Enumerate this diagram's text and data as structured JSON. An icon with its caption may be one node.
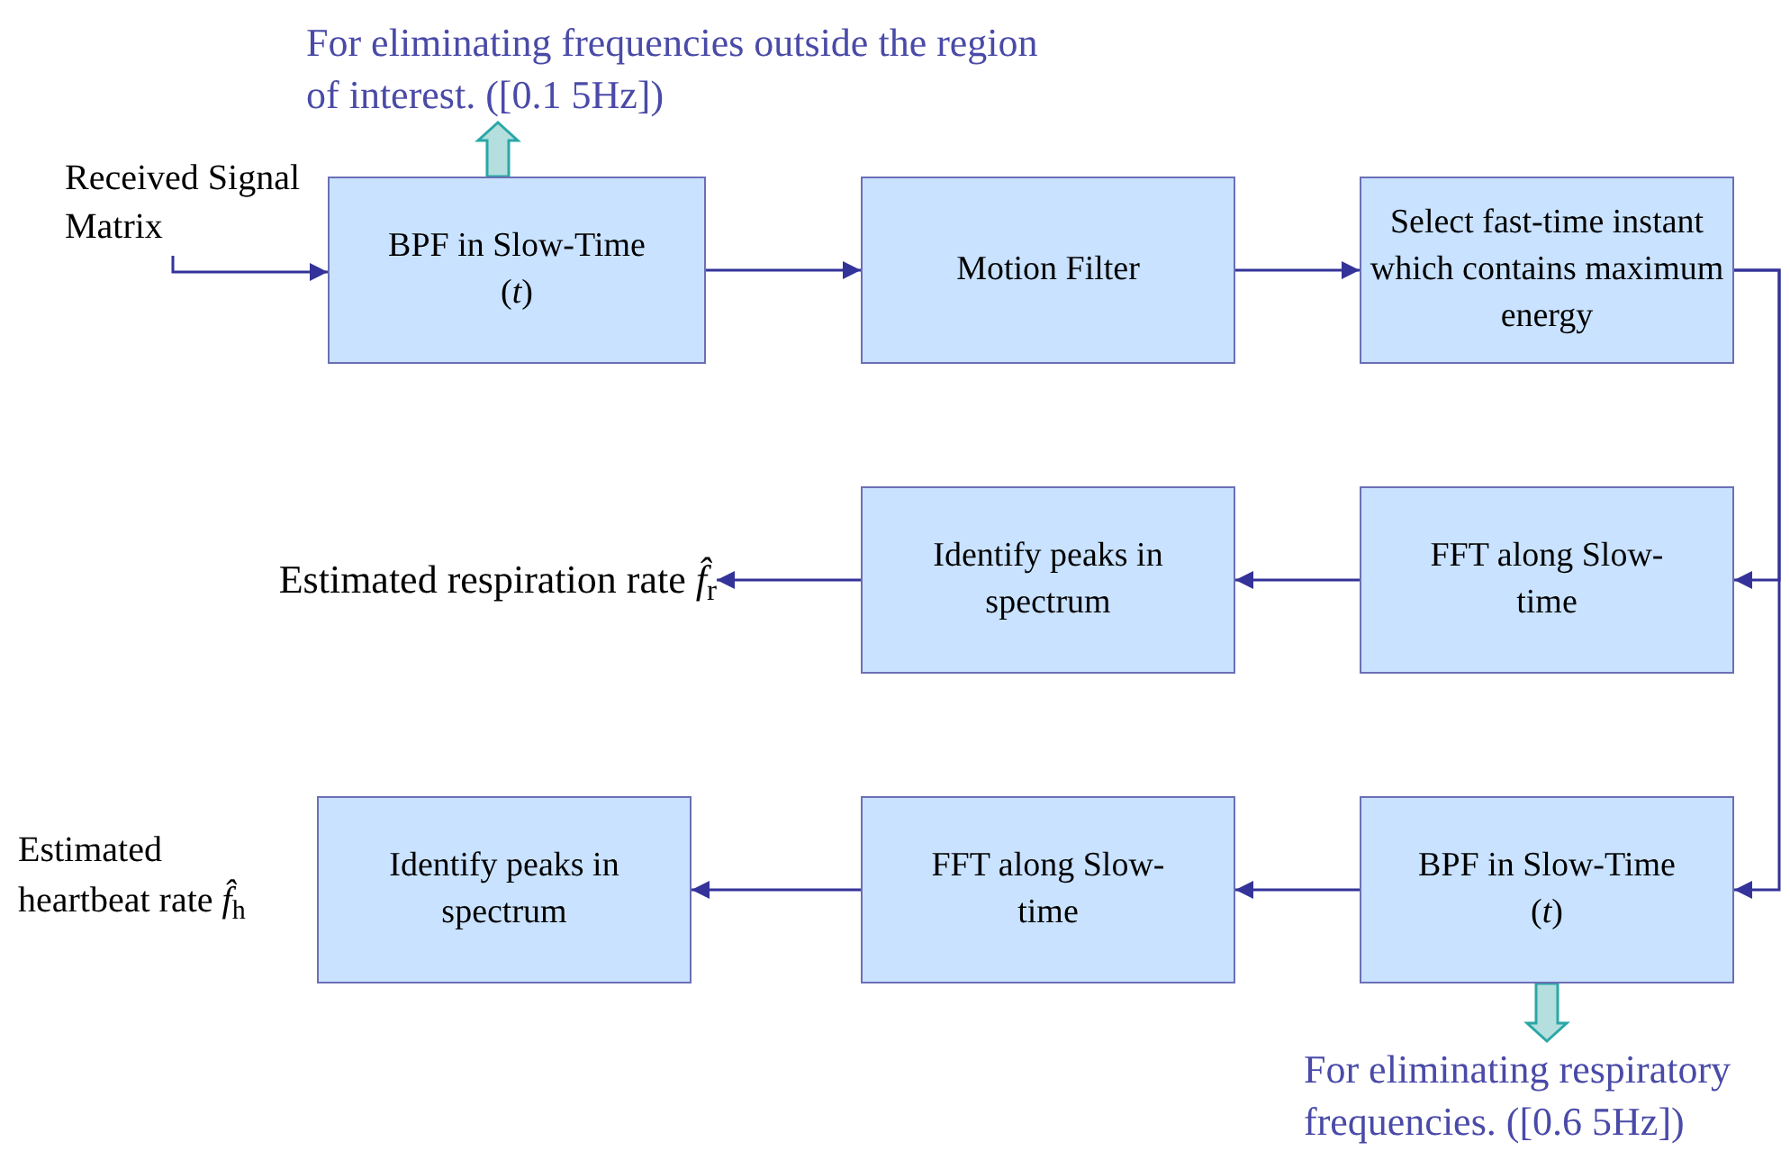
{
  "diagram": {
    "nodes": [
      {
        "text": [
          "Received Signal Matrix"
        ]
      },
      {
        "text": [
          "BPF in Slow-Time (*t*)"
        ]
      },
      {
        "text": [
          "Motion Filter"
        ]
      },
      {
        "text": [
          "Select fast-time instant which contains maximum energy"
        ]
      },
      {
        "text": [
          "FFT along Slow-time"
        ]
      },
      {
        "text": [
          "Identify peaks in spectrum"
        ]
      },
      {
        "text": [
          "Estimated respiration rate *f̂*$_{r}$"
        ]
      },
      {
        "text": [
          "BPF in Slow-Time (*t*)"
        ]
      },
      {
        "text": [
          "FFT along Slow-time"
        ]
      },
      {
        "text": [
          "Identify peaks in spectrum"
        ],
        "beside": [
          "Estimated heartbeat rate *f̂*$_{h}$"
        ]
      },
      {
        "text": [
          "For eliminating frequencies outside the region of interest. ([0.1 5Hz])"
        ]
      },
      {
        "text": [
          "For eliminating respiratory frequencies. ([0.6 5Hz])"
        ]
      }
    ],
    "edges": [
      {
        "from": 0,
        "to": 1,
        "arrow": "to"
      },
      {
        "from": 1,
        "to": 2,
        "arrow": "to"
      },
      {
        "from": 2,
        "to": 3,
        "arrow": "to"
      },
      {
        "from": 3,
        "to": 4,
        "arrow": "to"
      },
      {
        "from": 3,
        "to": 7,
        "arrow": "to"
      },
      {
        "from": 4,
        "to": 5,
        "arrow": "to"
      },
      {
        "from": 5,
        "to": 6,
        "arrow": "to"
      },
      {
        "from": 7,
        "to": 8,
        "arrow": "to"
      },
      {
        "from": 8,
        "to": 9,
        "arrow": "to"
      },
      {
        "from": 1,
        "to": 10,
        "arrow": "to",
        "style": "thick",
        "color": "#2aa7a7"
      },
      {
        "from": 7,
        "to": 11,
        "arrow": "to",
        "style": "thick",
        "color": "#2aa7a7"
      }
    ]
  }
}
